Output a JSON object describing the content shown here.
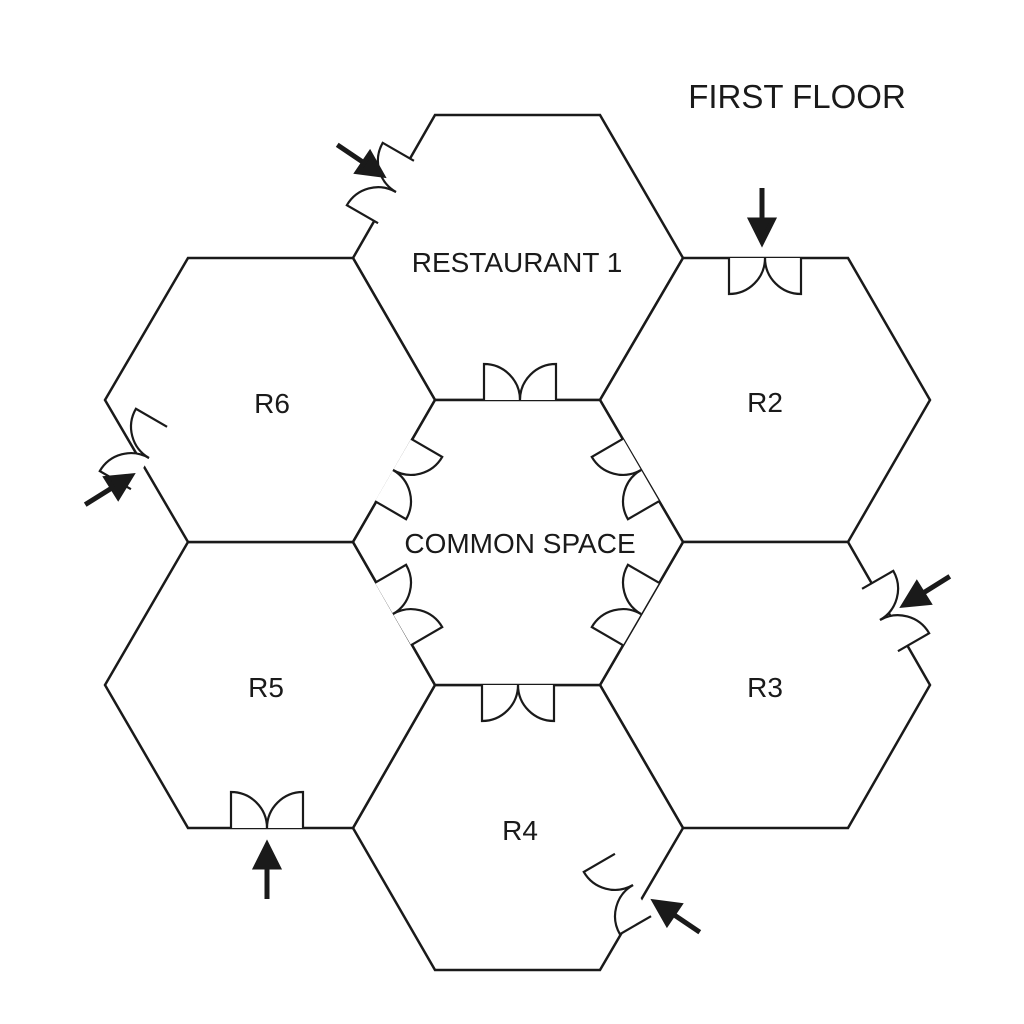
{
  "floor_title": "FIRST FLOOR",
  "rooms": [
    {
      "id": "restaurant-1",
      "label": "RESTAURANT 1"
    },
    {
      "id": "r2",
      "label": "R2"
    },
    {
      "id": "r3",
      "label": "R3"
    },
    {
      "id": "r4",
      "label": "R4"
    },
    {
      "id": "r5",
      "label": "R5"
    },
    {
      "id": "r6",
      "label": "R6"
    },
    {
      "id": "common-space",
      "label": "COMMON SPACE"
    }
  ],
  "colors": {
    "stroke": "#1a1a1a",
    "background": "#ffffff"
  }
}
